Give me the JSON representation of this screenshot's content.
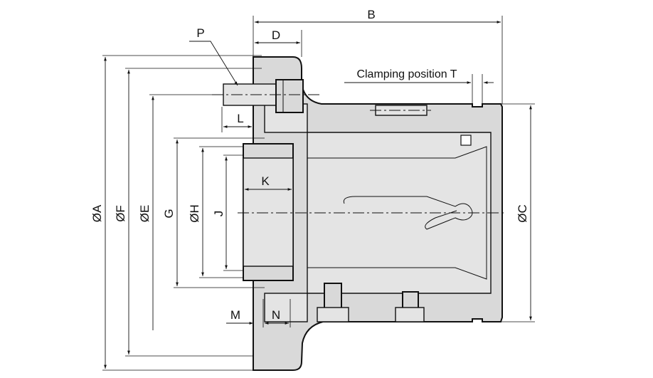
{
  "labels": {
    "A": "ØA",
    "F": "ØF",
    "E": "ØE",
    "G": "G",
    "H": "ØH",
    "J": "J",
    "C": "ØC",
    "B": "B",
    "D": "D",
    "P": "P",
    "L": "L",
    "K": "K",
    "M": "M",
    "N": "N",
    "T": "Clamping position T"
  },
  "colors": {
    "section_fill": "#d9d9d9",
    "line": "#111111"
  }
}
